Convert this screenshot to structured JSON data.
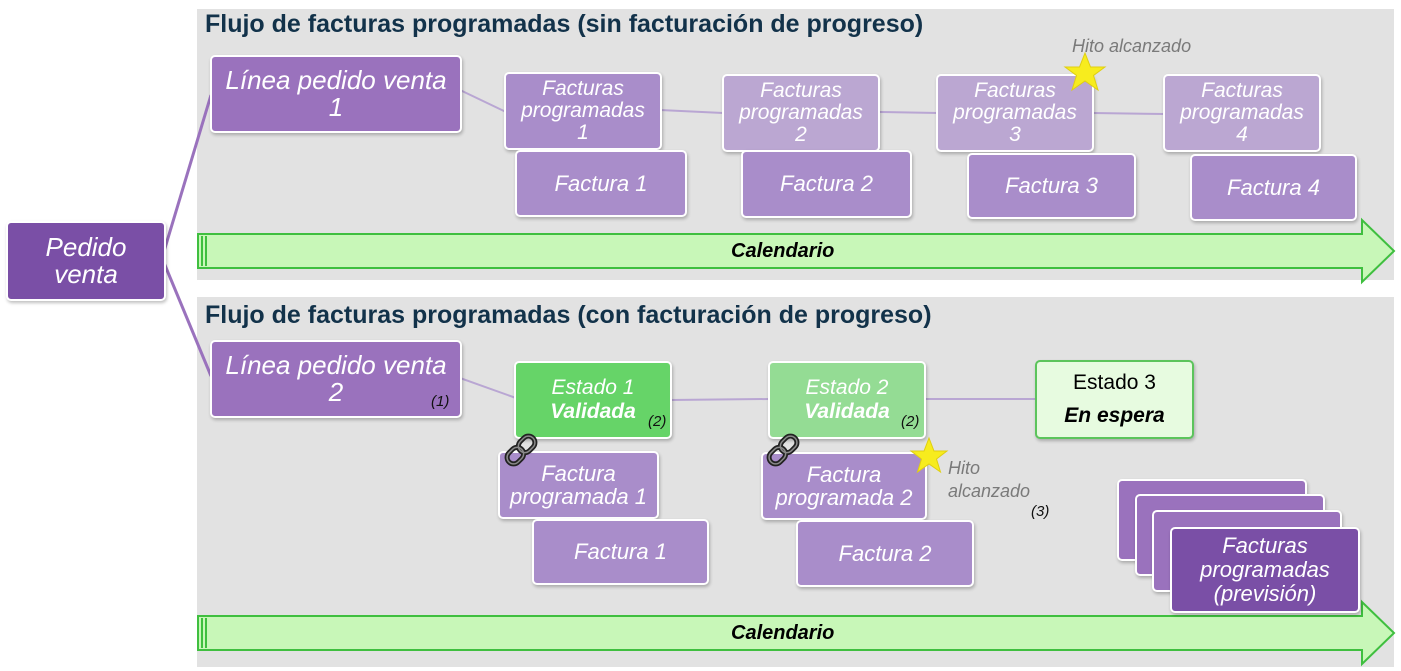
{
  "top": {
    "title": "Flujo de facturas programadas (sin facturación de progreso)",
    "order_line": {
      "line1": "Línea pedido venta",
      "line2": "1"
    },
    "hito_label": "Hito alcanzado",
    "scheduled": [
      {
        "line1": "Facturas",
        "line2": "programadas",
        "line3": "1"
      },
      {
        "line1": "Facturas",
        "line2": "programadas",
        "line3": "2"
      },
      {
        "line1": "Facturas",
        "line2": "programadas",
        "line3": "3"
      },
      {
        "line1": "Facturas",
        "line2": "programadas",
        "line3": "4"
      }
    ],
    "invoices": [
      "Factura 1",
      "Factura 2",
      "Factura 3",
      "Factura 4"
    ],
    "calendar": "Calendario"
  },
  "order": {
    "line1": "Pedido",
    "line2": "venta"
  },
  "bottom": {
    "title": "Flujo de facturas programadas (con facturación de progreso)",
    "order_line": {
      "line1": "Línea pedido venta",
      "line2": "2",
      "note": "(1)"
    },
    "states": [
      {
        "line1": "Estado 1",
        "line2": "Validada",
        "note": "(2)"
      },
      {
        "line1": "Estado 2",
        "line2": "Validada",
        "note": "(2)"
      },
      {
        "line1": "Estado 3",
        "line2": "En espera"
      }
    ],
    "scheduled": [
      {
        "line1": "Factura",
        "line2": "programada 1"
      },
      {
        "line1": "Factura",
        "line2": "programada 2"
      }
    ],
    "hito": {
      "line1": "Hito",
      "line2": "alcanzado",
      "note": "(3)"
    },
    "invoices": [
      "Factura 1",
      "Factura 2"
    ],
    "forecast": {
      "line1": "Facturas",
      "line2": "programadas",
      "line3": "(previsión)"
    },
    "calendar": "Calendario"
  },
  "colors": {
    "panel": "#e2e2e2",
    "title": "#12324a",
    "purple": "#9a72bd",
    "green": "#66d468",
    "arrow": "#c8f7b8",
    "star": "#f7ec1e"
  },
  "icons": [
    "star-icon",
    "link-icon"
  ]
}
